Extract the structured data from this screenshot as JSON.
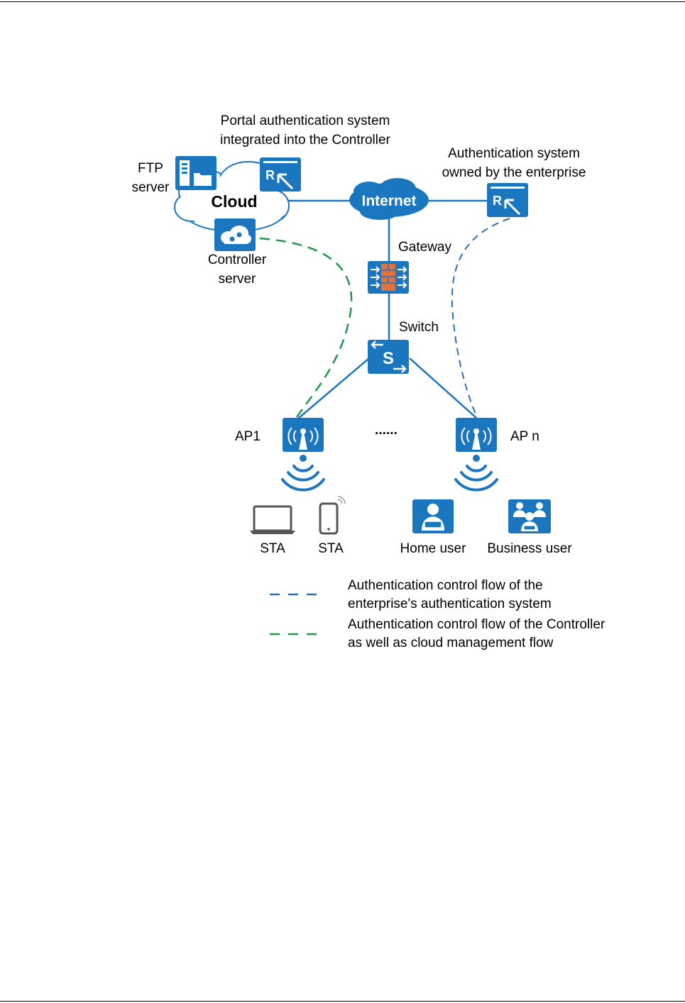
{
  "labels": {
    "portal_line1": "Portal authentication system",
    "portal_line2": "integrated into the Controller",
    "ftp_line1": "FTP",
    "ftp_line2": "server",
    "cloud": "Cloud",
    "internet": "Internet",
    "auth_enterprise_line1": "Authentication system",
    "auth_enterprise_line2": "owned by the enterprise",
    "controller_line1": "Controller",
    "controller_line2": "server",
    "gateway": "Gateway",
    "switch": "Switch",
    "switch_letter": "S",
    "ap1": "AP1",
    "ellipsis": "······",
    "apn": "AP n",
    "sta1": "STA",
    "sta2": "STA",
    "home_user": "Home user",
    "business_user": "Business user"
  },
  "legend": {
    "item1_line1": "Authentication control flow of the",
    "item1_line2": "enterprise's authentication system",
    "item2_line1": "Authentication control flow of the Controller",
    "item2_line2": "as well as cloud management flow"
  },
  "colors": {
    "device_blue": "#1b76c0",
    "line_blue": "#1b76c0",
    "dash_blue": "#2a6db8",
    "dash_green": "#1a9a4a",
    "firewall": "#e2733d"
  }
}
